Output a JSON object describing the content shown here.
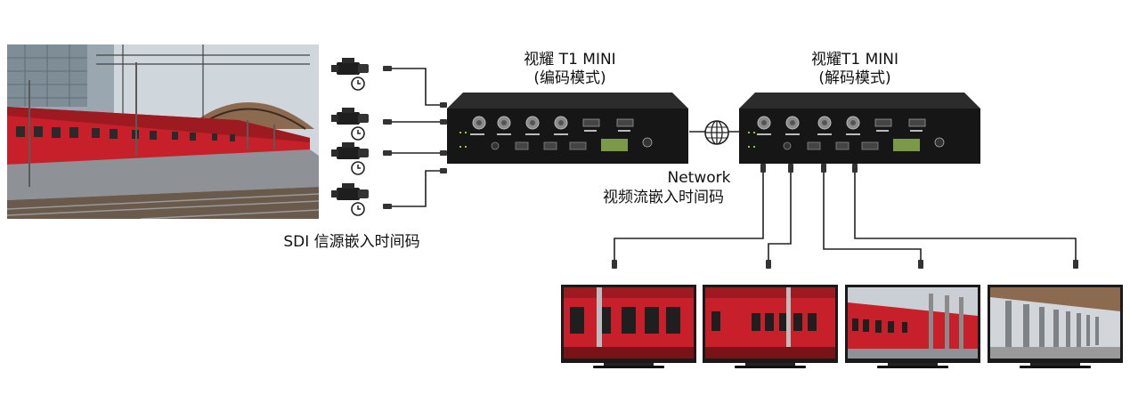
{
  "encoder": {
    "title": "视耀 T1 MINI",
    "mode": "(编码模式)"
  },
  "decoder": {
    "title": "视耀T1 MINI",
    "mode": "(解码模式)"
  },
  "sdi_caption": "SDI 信源嵌入时间码",
  "network": {
    "label": "Network",
    "caption": "视频流嵌入时间码",
    "icon": "globe-icon"
  },
  "cameras": [
    {
      "icon": "camera-icon"
    },
    {
      "icon": "camera-icon"
    },
    {
      "icon": "camera-icon"
    },
    {
      "icon": "camera-icon"
    }
  ],
  "monitors": [
    {
      "icon": "monitor-icon"
    },
    {
      "icon": "monitor-icon"
    },
    {
      "icon": "monitor-icon"
    },
    {
      "icon": "monitor-icon"
    }
  ],
  "colors": {
    "train_red": "#c8202a",
    "device_body": "#1b1b1b",
    "wire": "#222222"
  }
}
